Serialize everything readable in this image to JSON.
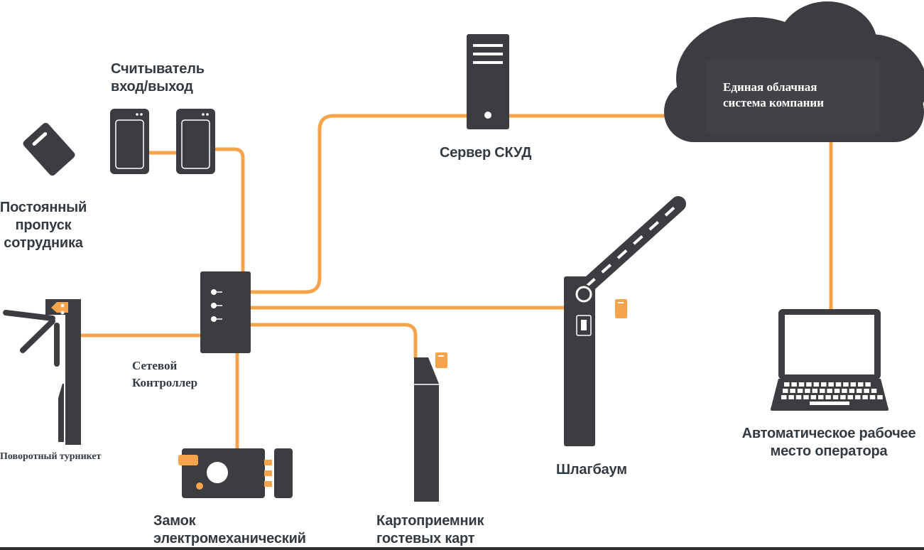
{
  "colors": {
    "device": "#3b3d40",
    "cable": "#f6a44c",
    "accent": "#f6a44c",
    "text": "#333a40",
    "background": "#ffffff"
  },
  "labels": {
    "reader": [
      "Считыватель",
      "вход/выход"
    ],
    "pass": [
      "Постоянный",
      "пропуск",
      "сотрудника"
    ],
    "server": "Сервер СКУД",
    "cloud": [
      "Единая облачная",
      "система компании"
    ],
    "controller": [
      "Сетевой",
      "Контроллер"
    ],
    "turnstile": "Поворотный турникет",
    "lock": [
      "Замок",
      "электромеханический"
    ],
    "card_reader": [
      "Картоприемник",
      "гостевых карт"
    ],
    "barrier": "Шлагбаум",
    "workstation": [
      "Автоматическое рабочее",
      "место оператора"
    ]
  }
}
